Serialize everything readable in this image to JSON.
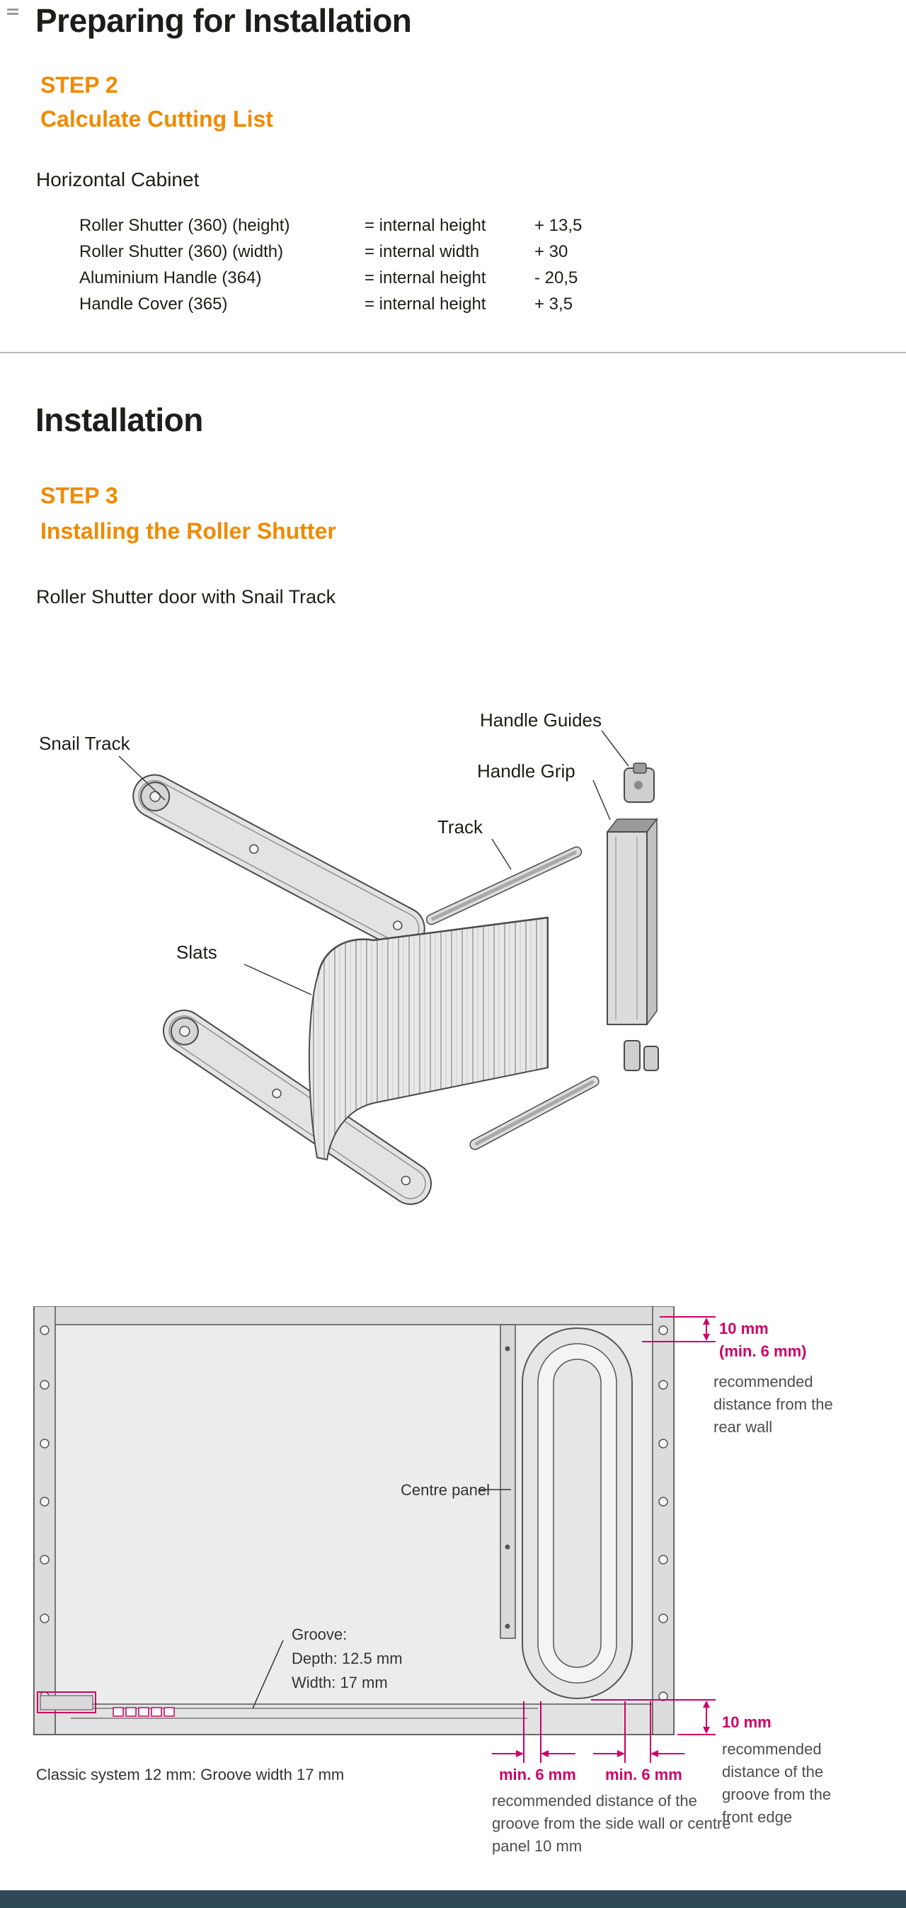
{
  "page": {
    "title1": "Preparing for Installation",
    "title2": "Installation"
  },
  "step2": {
    "step_label": "STEP 2",
    "step_title": "Calculate Cutting List",
    "section_heading": "Horizontal Cabinet",
    "cutting_list": {
      "rows": [
        {
          "item": "Roller Shutter (360) (height)",
          "formula": "= internal height",
          "value": "+ 13,5"
        },
        {
          "item": "Roller Shutter (360) (width)",
          "formula": "= internal width",
          "value": "+ 30"
        },
        {
          "item": "Aluminium Handle (364)",
          "formula": "= internal height",
          "value": "- 20,5"
        },
        {
          "item": "Handle Cover (365)",
          "formula": "= internal height",
          "value": "+ 3,5"
        }
      ]
    }
  },
  "step3": {
    "step_label": "STEP 3",
    "step_title": "Installing the Roller Shutter",
    "subtitle": "Roller Shutter door with Snail Track"
  },
  "exploded_diagram": {
    "labels": {
      "snail_track": "Snail Track",
      "handle_guides": "Handle Guides",
      "handle_grip": "Handle Grip",
      "track": "Track",
      "slats": "Slats"
    }
  },
  "technical_diagram": {
    "labels": {
      "centre_panel": "Centre panel",
      "groove_line1": "Groove:",
      "groove_line2": "Depth: 12.5 mm",
      "groove_line3": "Width: 17 mm",
      "classic_system": "Classic system 12 mm: Groove width 17 mm"
    },
    "dimensions": {
      "rear_wall_value": "10 mm",
      "rear_wall_min": "(min. 6 mm)",
      "rear_wall_note": "recommended distance from the rear wall",
      "front_edge_value": "10 mm",
      "front_edge_note": "recommended distance of the groove from the front edge",
      "side_min_left": "min. 6 mm",
      "side_min_right": "min. 6 mm",
      "side_note": "recommended distance of the groove from the side wall or centre panel 10 mm"
    }
  },
  "colors": {
    "accent_orange": "#F08A00",
    "dimension_magenta": "#CC0066",
    "footer_bar": "#2E4A56",
    "text_dark": "#1d1d1b",
    "annotation_gray": "#4d4d4d"
  },
  "icons": {
    "page_marker": "page-marker-icon"
  }
}
